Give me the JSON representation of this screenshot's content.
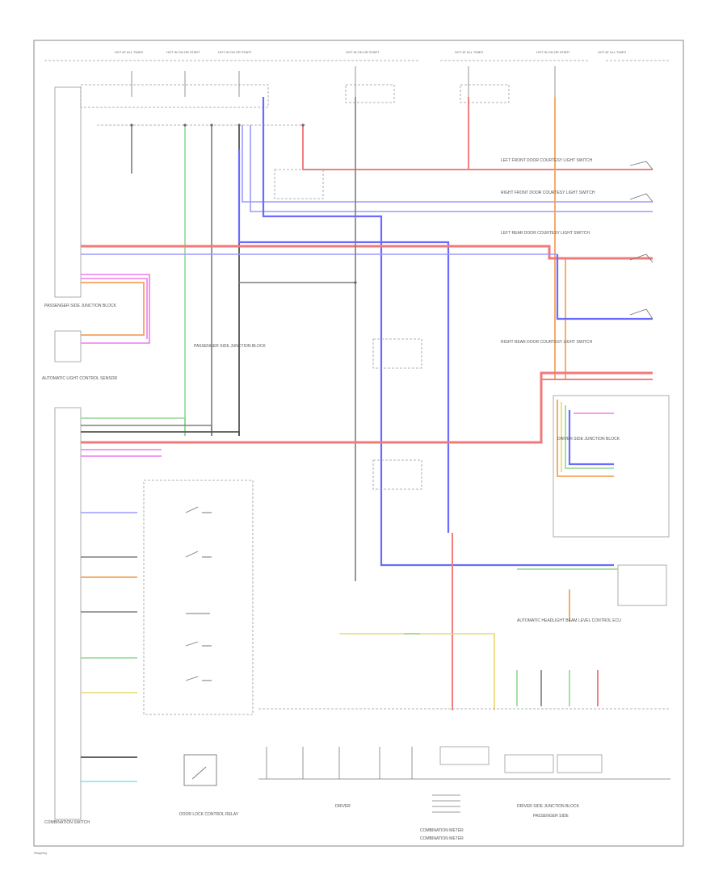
{
  "diagram": {
    "footer_label": "ShopKey",
    "fuse_labels": [
      "HOT AT ALL TIMES",
      "HOT IN ON OR START",
      "HOT IN ON OR START",
      "HOT IN ON OR START",
      "HOT AT ALL TIMES",
      "HOT IN ON OR START",
      "HOT AT ALL TIMES"
    ],
    "components": {
      "left_control_top": "PASSENGER SIDE JUNCTION BLOCK",
      "left_control_bottom": "COMBINATION SWITCH",
      "left_mid": "PASSENGER SIDE JUNCTION BLOCK",
      "sensor_left": "AUTOMATIC LIGHT CONTROL SENSOR",
      "right_1": "LEFT FRONT DOOR COURTESY LIGHT SWITCH",
      "right_2": "RIGHT FRONT DOOR COURTESY LIGHT SWITCH",
      "right_3": "LEFT REAR DOOR COURTESY LIGHT SWITCH",
      "right_4": "RIGHT REAR DOOR COURTESY LIGHT SWITCH",
      "right_module": "DRIVER SIDE JUNCTION BLOCK",
      "right_lower": "AUTOMATIC HEADLIGHT BEAM LEVEL CONTROL ECU",
      "bottom_left": "DOOR LOCK CONTROL RELAY",
      "bottom_center": "COMBINATION METER",
      "bottom_right": "DRIVER SIDE JUNCTION BLOCK"
    },
    "bottom_labels": [
      "DRIVER",
      "PASSENGER SIDE",
      "COMBINATION METER"
    ],
    "wire_colors": {
      "red": "#f08080",
      "blue": "#6b6bff",
      "orange": "#f5a35a",
      "green": "#8fd88f",
      "gray": "#7f7f7f",
      "pink": "#f07cf0",
      "yellow": "#e8d870",
      "cyan": "#7ce8e8"
    }
  }
}
